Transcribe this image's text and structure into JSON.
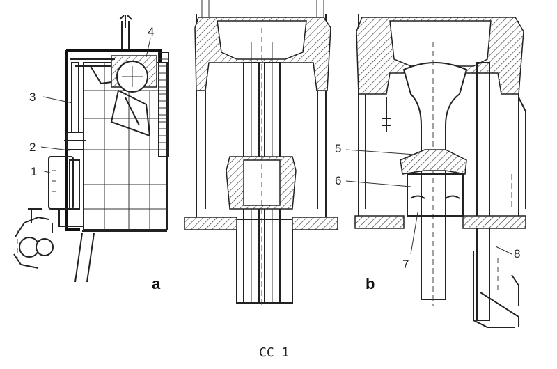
{
  "callouts": {
    "c1": "1",
    "c2": "2",
    "c3": "3",
    "c4": "4",
    "c5": "5",
    "c6": "6",
    "c7": "7",
    "c8": "8"
  },
  "panels": {
    "a": "a",
    "b": "b"
  },
  "caption": "CC 1"
}
